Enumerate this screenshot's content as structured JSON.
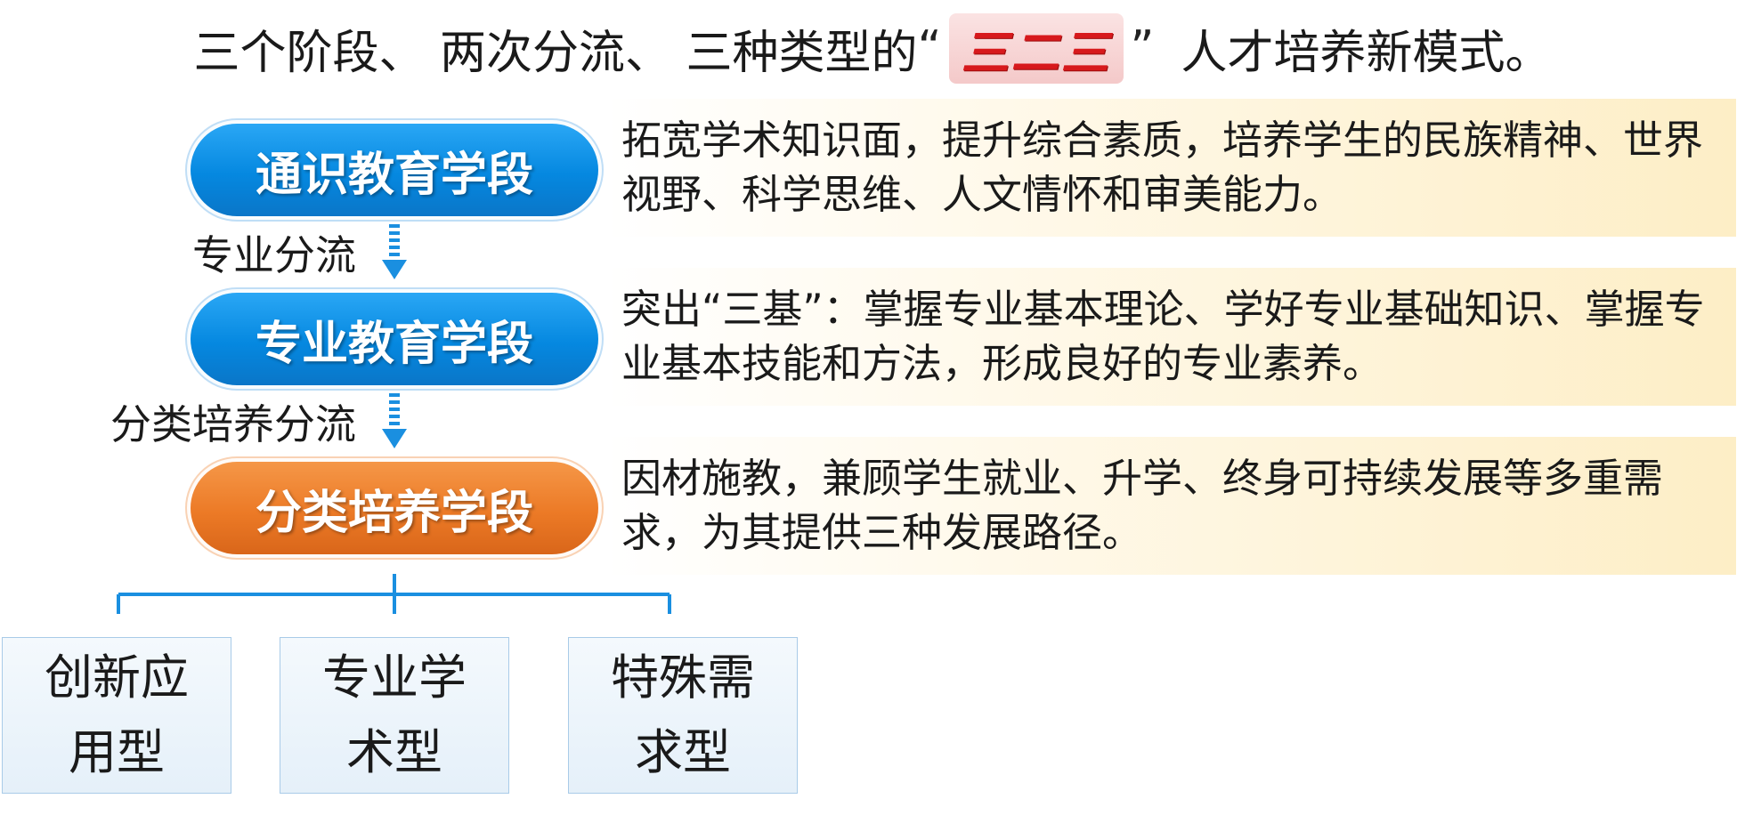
{
  "title": {
    "prefix": "三个阶段、 两次分流、 三种类型的",
    "open_quote": "“",
    "highlight": "三二三",
    "close_quote": "”",
    "suffix": "人才培养新模式。"
  },
  "stages": [
    {
      "label": "通识教育学段",
      "color": "#0b8ae3",
      "description": "拓宽学术知识面，提升综合素质，培养学生的民族精神、世界视野、科学思维、人文情怀和审美能力。"
    },
    {
      "label": "专业教育学段",
      "color": "#0b8ae3",
      "description": "突出“三基”：掌握专业基本理论、学好专业基础知识、掌握专业基本技能和方法，形成良好的专业素养。"
    },
    {
      "label": "分类培养学段",
      "color": "#ec7a26",
      "description": "因材施教，兼顾学生就业、升学、终身可持续发展等多重需求，为其提供三种发展路径。"
    }
  ],
  "flows": [
    {
      "label": "专业分流",
      "arrow": "down-arrow-icon"
    },
    {
      "label": "分类培养分流",
      "arrow": "down-arrow-icon"
    }
  ],
  "types": [
    {
      "label": "创新应用型"
    },
    {
      "label": "专业学术型"
    },
    {
      "label": "特殊需求型"
    }
  ],
  "colors": {
    "stage_blue": "#0b8ae3",
    "stage_orange": "#ec7a26",
    "highlight_red": "#d7191c",
    "connector_blue": "#1a8fe0",
    "description_band": "#fdeec6"
  }
}
